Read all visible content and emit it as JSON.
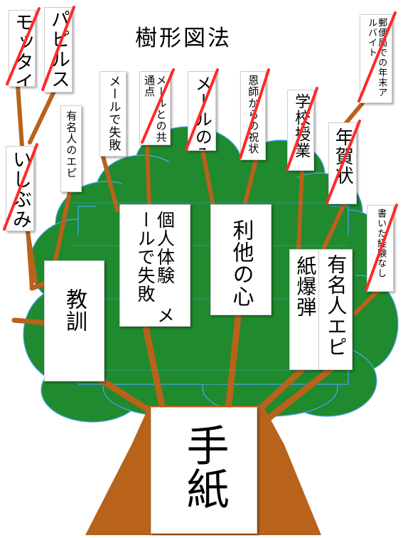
{
  "title": "樹形図法",
  "root": "手紙",
  "main_branches": [
    {
      "id": "kyokun",
      "text": "教訓"
    },
    {
      "id": "kojin",
      "text": "個人体験 メールで失敗"
    },
    {
      "id": "rita",
      "text": "利他の心"
    },
    {
      "id": "shibaku",
      "text": "紙爆弾"
    },
    {
      "id": "yumei",
      "text": "有名人エピ"
    }
  ],
  "sub_cards": [
    {
      "id": "mottai",
      "text": "モッタイ",
      "crossed": true
    },
    {
      "id": "paperless",
      "text": "パピルス",
      "crossed": true
    },
    {
      "id": "ishibumi",
      "text": "いしぶみ",
      "crossed": true
    },
    {
      "id": "yumei_small",
      "text": "有名人のエピ",
      "crossed": false
    },
    {
      "id": "mail_shippai",
      "text": "メールで失敗",
      "crossed": false
    },
    {
      "id": "kyoutsuu",
      "text": "メールとの共通点",
      "crossed": true
    },
    {
      "id": "mailnomi",
      "text": "メールのみ",
      "crossed": true
    },
    {
      "id": "onshi",
      "text": "恩師からの祝状",
      "crossed": true
    },
    {
      "id": "gakkou",
      "text": "学校授業",
      "crossed": true
    },
    {
      "id": "nengajou",
      "text": "年賀状",
      "crossed": true
    },
    {
      "id": "yuubinkyoku",
      "text": "郵便局での年末アルバイト",
      "crossed": true
    },
    {
      "id": "kaita",
      "text": "書いた経験なし",
      "crossed": true
    }
  ],
  "colors": {
    "foliage": "#1f8a2e",
    "trunk": "#b8621b",
    "strike": "#ff2a2a",
    "outline": "#4aa7ff"
  }
}
